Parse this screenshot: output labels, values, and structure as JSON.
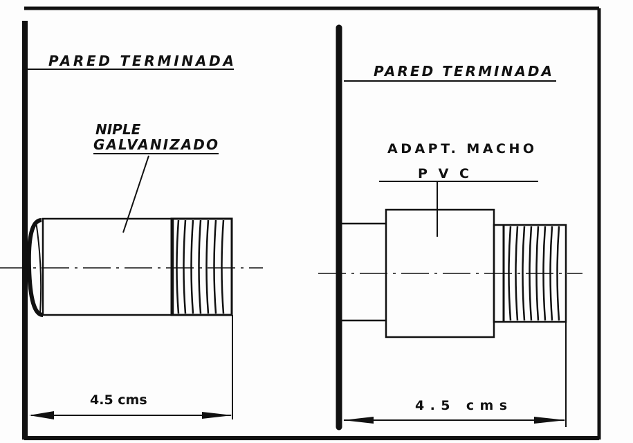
{
  "left_drawing": {
    "wall_label": "PARED TERMINADA",
    "part_label_line1": "NIPLE",
    "part_label_line2": "GALVANIZADO",
    "dimension_label": "4.5 cms"
  },
  "right_drawing": {
    "wall_label": "PARED TERMINADA",
    "part_label_line1": "ADAPT. MACHO",
    "part_label_line2": "P V C",
    "dimension_label": "4.5 cms"
  },
  "colors": {
    "ink": "#111111",
    "paper": "#fdfdfd"
  }
}
